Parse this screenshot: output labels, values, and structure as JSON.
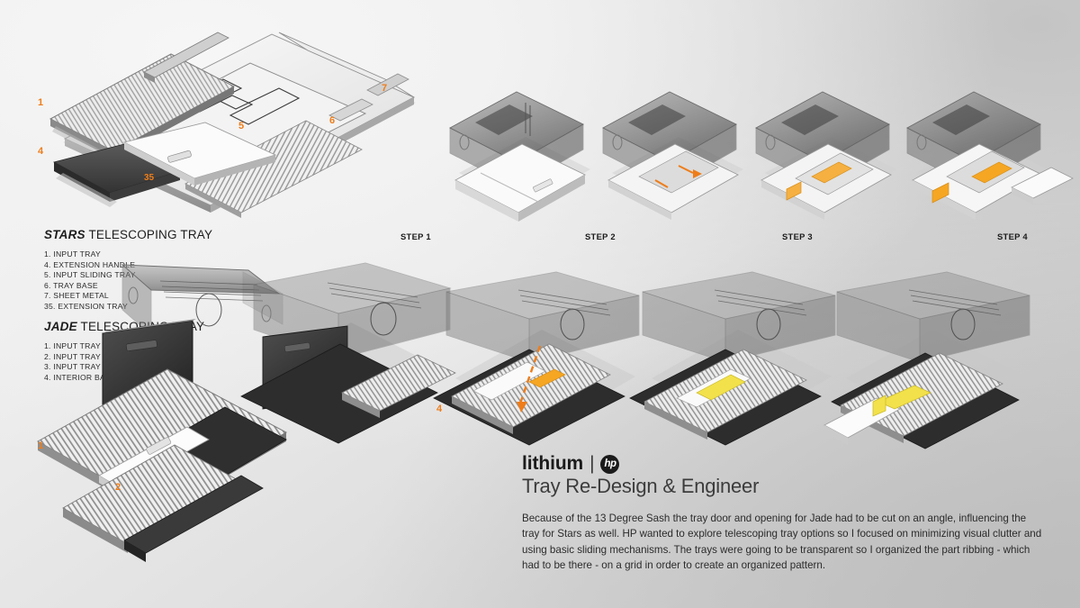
{
  "slide": {
    "background_light": "#f4f4f4",
    "background_dark": "#c4c4c4",
    "accent_orange": "#ee7d1a",
    "accent_yellow": "#f2d43a"
  },
  "legends": [
    {
      "brand": "STARS",
      "title_rest": " TELESCOPING TRAY",
      "items": [
        "1. INPUT TRAY",
        "4. EXTENSION HANDLE",
        "5. INPUT SLIDING TRAY",
        "6. TRAY  BASE",
        "7. SHEET METAL",
        "35. EXTENSION TRAY"
      ]
    },
    {
      "brand": "JADE",
      "title_rest": " TELESCOPING TRAY",
      "items": [
        "1. INPUT TRAY",
        "2. INPUT TRAY EXTENSION",
        "3. INPUT TRAY EXTENSION HANDLE",
        "4. INTERIOR BASE"
      ]
    }
  ],
  "steps": [
    {
      "label": "STEP 1"
    },
    {
      "label": "STEP 2"
    },
    {
      "label": "STEP 3"
    },
    {
      "label": "STEP 4"
    }
  ],
  "callouts": {
    "stars_exploded": [
      "1",
      "4",
      "35",
      "5",
      "6",
      "7"
    ],
    "jade_main": [
      "1",
      "2"
    ],
    "jade_step": [
      "4"
    ]
  },
  "titleblock": {
    "brand": "lithium",
    "separator": "|",
    "logo": "hp-logo",
    "logo_text": "hp",
    "subtitle": "Tray Re-Design & Engineer",
    "body": "Because of the 13 Degree Sash the tray door and opening for Jade had to be cut on an angle, influencing the tray for Stars as well. HP wanted to explore telescoping tray options so I focused on minimizing visual clutter and using basic sliding mechanisms. The trays were going to be transparent so I organized the part ribbing - which had to be there - on a grid in order to create an organized pattern."
  }
}
